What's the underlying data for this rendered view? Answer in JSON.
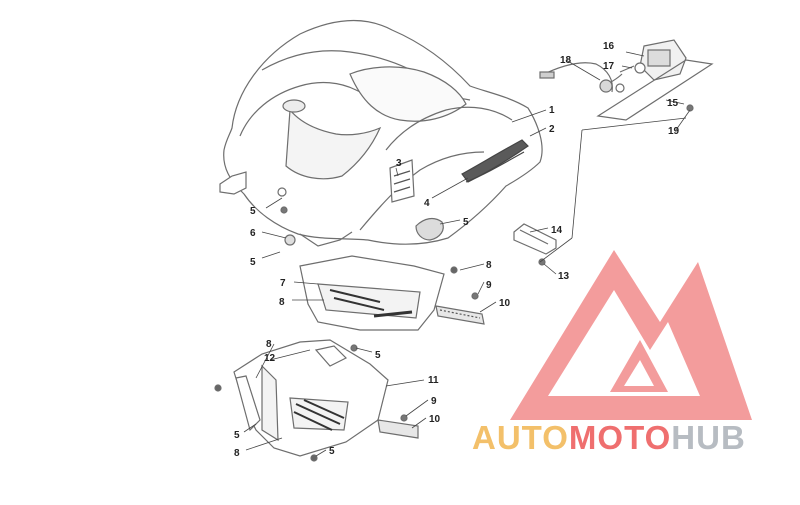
{
  "diagram": {
    "callouts": [
      "1",
      "2",
      "3",
      "4",
      "5",
      "5",
      "5",
      "5",
      "5",
      "5",
      "6",
      "7",
      "8",
      "8",
      "8",
      "8",
      "9",
      "9",
      "10",
      "10",
      "11",
      "12",
      "13",
      "14",
      "15",
      "16",
      "17",
      "18",
      "19"
    ]
  },
  "watermark": {
    "part1": "AUTO",
    "part2": "MOTO",
    "part3": "HUB",
    "colors": {
      "auto": "#f3c06a",
      "moto": "#ef6f6f",
      "hub": "#b7bcc2",
      "logo": "#ef7b7b"
    }
  }
}
